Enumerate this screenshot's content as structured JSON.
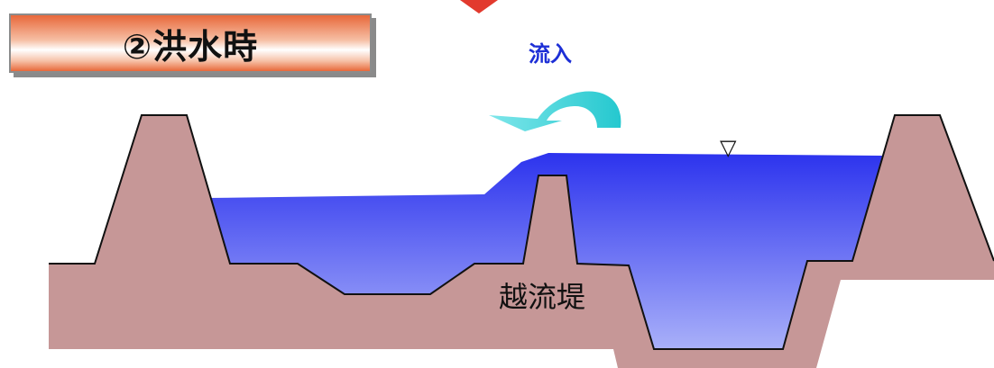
{
  "title": "②洪水時",
  "labels": {
    "inflow": "流入",
    "overflow_dike": "越流堤"
  },
  "symbols": {
    "water_level": "▽"
  },
  "colors": {
    "title_gradient_edge": "#e8683a",
    "ground": "#c69797",
    "water_top": "#2c33ee",
    "water_bottom": "#a9b0f9",
    "arrow": "#38d6dc",
    "inflow_text": "#1d2fd6",
    "marker": "#e23a2e"
  }
}
